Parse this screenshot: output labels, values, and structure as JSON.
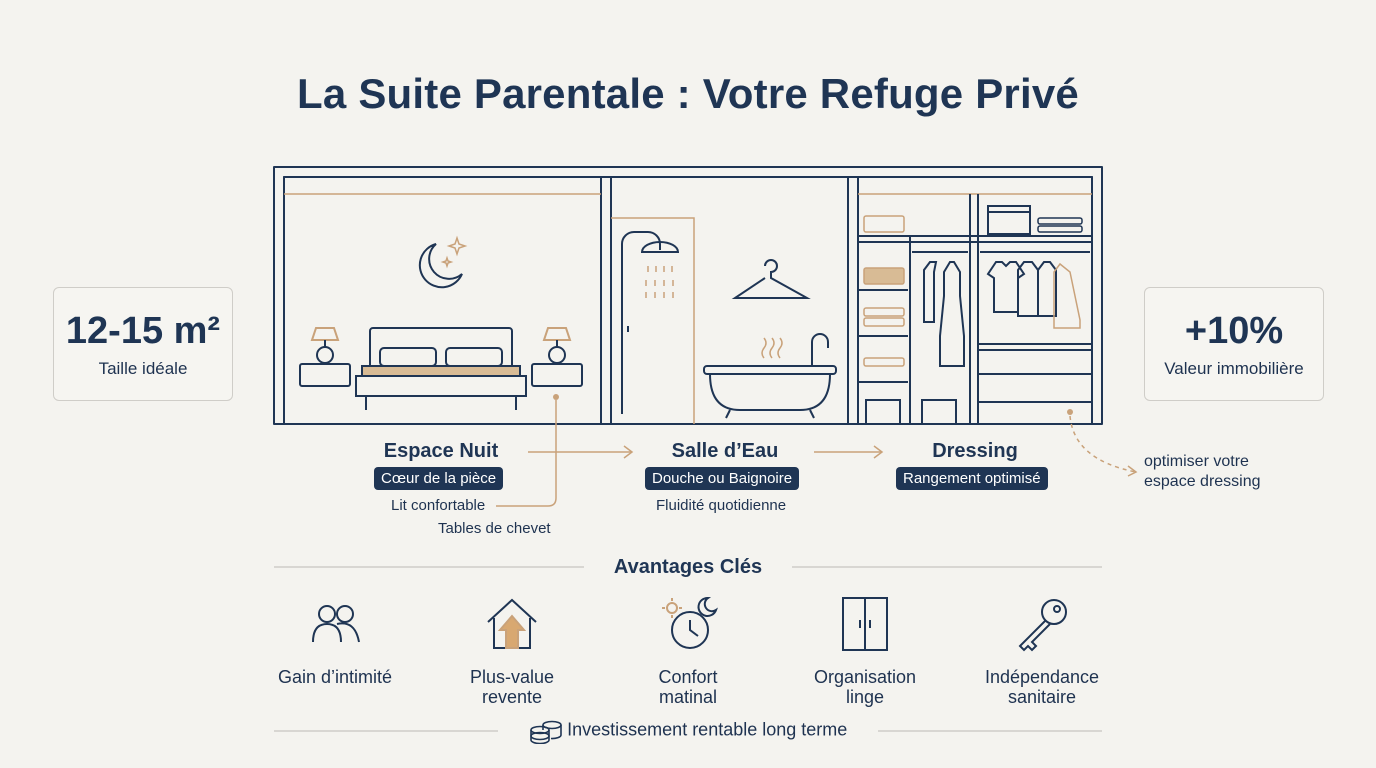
{
  "title": "La Suite Parentale : Votre Refuge Privé",
  "stats": {
    "left": {
      "value": "12-15 m²",
      "label": "Taille idéale"
    },
    "right": {
      "value": "+10%",
      "label": "Valeur immobilière"
    }
  },
  "zones": [
    {
      "title": "Espace Nuit",
      "pill": "Cœur de la pièce",
      "notes": [
        "Lit confortable",
        "Tables de chevet"
      ]
    },
    {
      "title": "Salle d’Eau",
      "pill": "Douche ou Baignoire",
      "notes": [
        "Fluidité quotidienne"
      ]
    },
    {
      "title": "Dressing",
      "pill": "Rangement optimisé",
      "notes": []
    }
  ],
  "side_note": "optimiser votre\nespace dressing",
  "advantages": {
    "title": "Avantages Clés",
    "items": [
      {
        "label": "Gain d’intimité",
        "icon": "people-icon"
      },
      {
        "label": "Plus-value\nrevente",
        "icon": "house-arrow-icon"
      },
      {
        "label": "Confort\nmatinal",
        "icon": "clock-sun-moon-icon"
      },
      {
        "label": "Organisation\nlinge",
        "icon": "wardrobe-icon"
      },
      {
        "label": "Indépendance\nsanitaire",
        "icon": "key-icon"
      }
    ]
  },
  "footer": {
    "text": "Investissement rentable long terme",
    "icon": "coins-icon"
  },
  "colors": {
    "navy": "#1f3554",
    "accent": "#c9a27a",
    "background": "#f4f3ef"
  }
}
